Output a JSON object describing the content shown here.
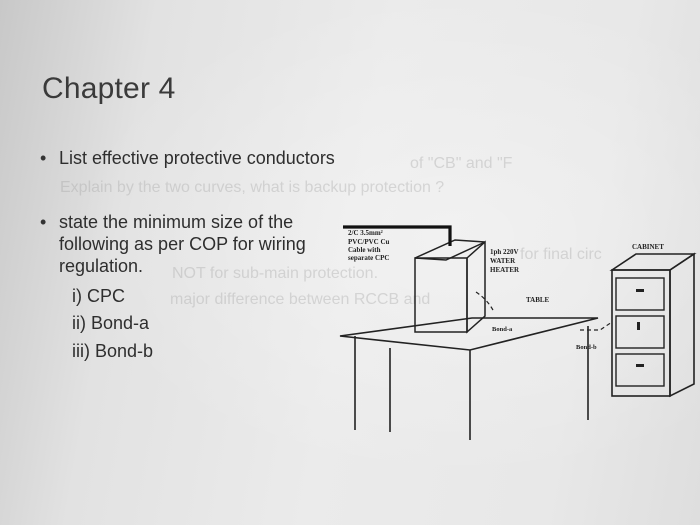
{
  "slide": {
    "title": "Chapter 4",
    "bullets": [
      {
        "text": "List effective protective conductors"
      },
      {
        "text": "state the minimum size of the following as per COP for wiring regulation."
      }
    ],
    "sub_items": [
      "i) CPC",
      "ii) Bond-a",
      "iii) Bond-b"
    ],
    "bleed_through": [
      "Explain by the two curves, what is backup protection ?",
      "NOT for sub-main protection.",
      "major difference between RCCB and",
      "of \"CB\" and \"F",
      "for final circ"
    ]
  },
  "diagram": {
    "cable_label": [
      "2/C 3.5mm²",
      "PVC/PVC Cu",
      "Cable with",
      "separate CPC"
    ],
    "heater_label": [
      "1ph 220V",
      "WATER",
      "HEATER"
    ],
    "table_label": "TABLE",
    "cabinet_label": "CABINET",
    "bond_a_label": "Bond-a",
    "bond_b_label": "Bond-b"
  }
}
